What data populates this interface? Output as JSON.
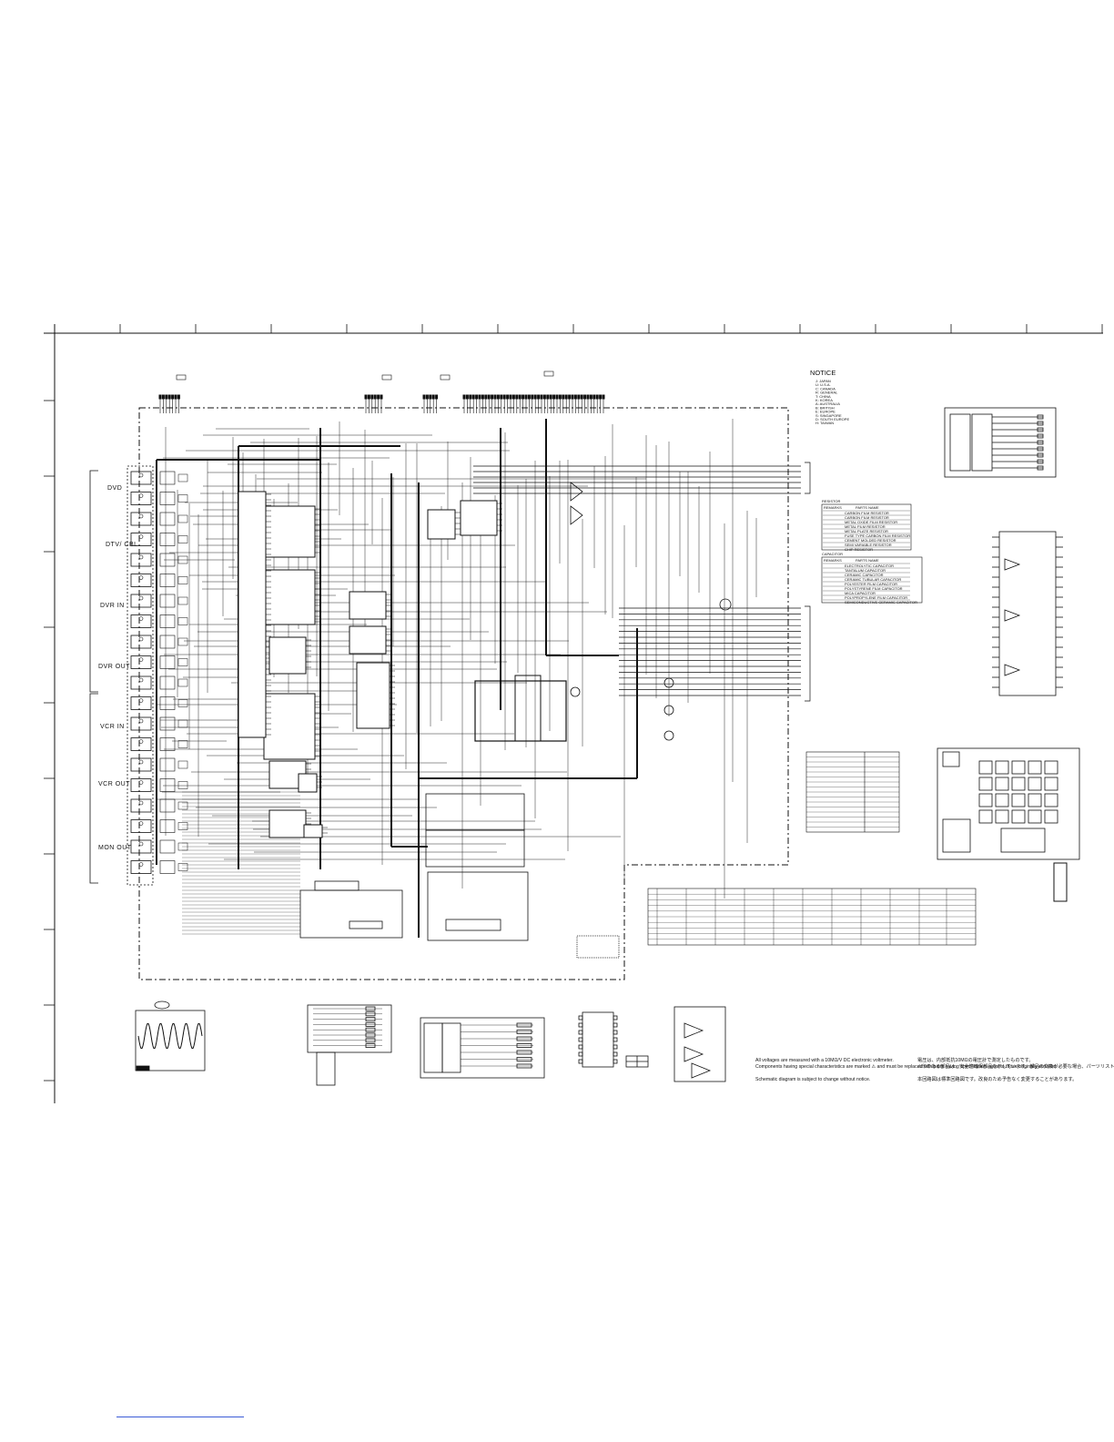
{
  "schematic": {
    "input_groups": [
      {
        "id": "dvd",
        "label": "DVD"
      },
      {
        "id": "dtv",
        "label": "DTV/ CBL"
      },
      {
        "id": "dvr-in",
        "label": "DVR IN"
      },
      {
        "id": "dvr-out",
        "label": "DVR OUT"
      },
      {
        "id": "vcr-in",
        "label": "VCR IN"
      },
      {
        "id": "vcr-out",
        "label": "VCR OUT"
      },
      {
        "id": "mon-out",
        "label": "MON OUT"
      }
    ],
    "notice": {
      "title": "NOTICE",
      "entries": [
        "J: JAPAN",
        "U: U.S.A.",
        "C: CANADA",
        "R: GENERAL",
        "T: CHINA",
        "K: KOREA",
        "A: AUSTRALIA",
        "B: BRITISH",
        "E: EUROPE",
        "S: SINGAPORE",
        "D: SOUTH EUROPE",
        "H: TAIWAN"
      ]
    },
    "resistor_legend": {
      "title": "RESISTOR",
      "header": [
        "REMARKS",
        "PARTS NAME"
      ],
      "rows": [
        "CARBON FILM RESISTOR",
        "CARBON FILM RESISTOR",
        "METAL OXIDE FILM RESISTOR",
        "METAL FILM RESISTOR",
        "METAL PLATE RESISTOR",
        "FUSE TYPE CARBON FILM RESISTOR",
        "CEMENT MOLDED RESISTOR",
        "SEMI VARIABLE RESISTOR",
        "CHIP RESISTOR"
      ]
    },
    "capacitor_legend": {
      "title": "CAPACITOR",
      "header": [
        "REMARKS",
        "PARTS NAME"
      ],
      "rows": [
        "ELECTROLYTIC CAPACITOR",
        "TANTALUM CAPACITOR",
        "CERAMIC CAPACITOR",
        "CERAMIC TUBULAR CAPACITOR",
        "POLYESTER FILM CAPACITOR",
        "POLYSTYRENE FILM CAPACITOR",
        "MICA CAPACITOR",
        "POLYPROPYLENE FILM CAPACITOR",
        "SEMICONDUCTIVE CERAMIC CAPACITOR"
      ]
    },
    "notes_en": [
      "All voltages are measured with a 10MΩ/V DC electronic voltmeter.",
      "Components having special characteristics are marked ⚠ and must be replaced with parts having specification equal to those originally installed.",
      "Schematic diagram is subject to change without notice."
    ],
    "notes_ja": [
      "電圧は、内部抵抗10MΩの電圧計で測定したものです。",
      "⚠印のある部品は、安全性確保部品を示しています。部品の交換が必要な場合、パーツリストに記載されている部品を使用してください。",
      "本回路図は標準回路図です。改良のため予告なく変更することがあります。"
    ],
    "colors": {
      "ink": "#111111",
      "link": "#3b5bd6"
    }
  }
}
